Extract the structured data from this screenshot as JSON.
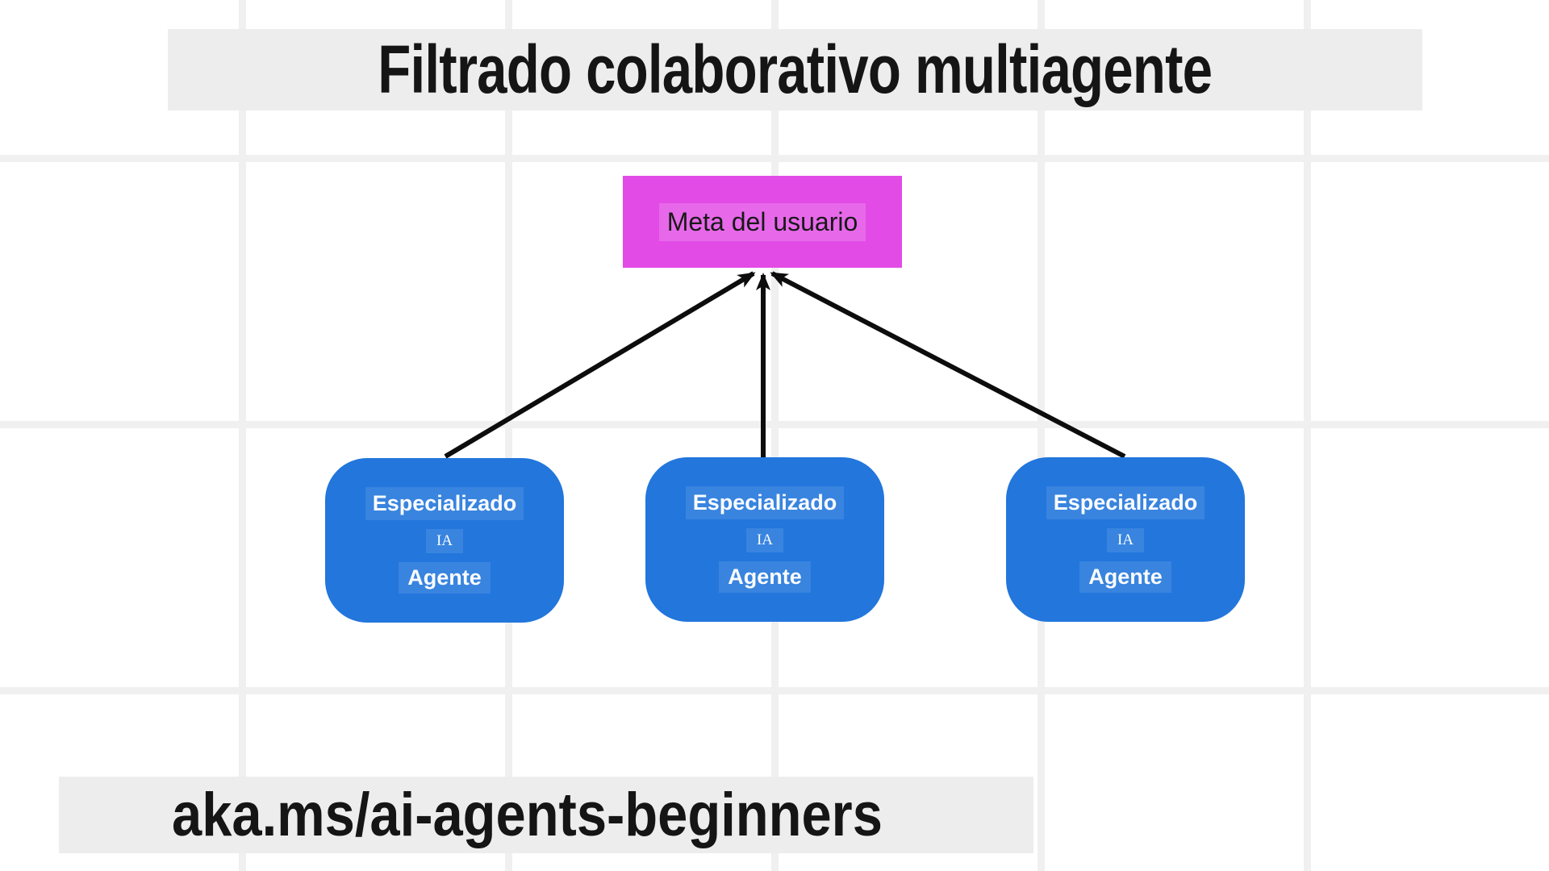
{
  "diagram": {
    "title": "Filtrado colaborativo multiagente",
    "footer_link": "aka.ms/ai-agents-beginners",
    "goal": {
      "label": "Meta del usuario"
    },
    "agents": [
      {
        "qualifier": "Especializado",
        "tech": "IA",
        "role": "Agente"
      },
      {
        "qualifier": "Especializado",
        "tech": "IA",
        "role": "Agente"
      },
      {
        "qualifier": "Especializado",
        "tech": "IA",
        "role": "Agente"
      }
    ],
    "arrows": [
      {
        "from": "agent-1",
        "to": "user-goal"
      },
      {
        "from": "agent-2",
        "to": "user-goal"
      },
      {
        "from": "agent-3",
        "to": "user-goal"
      }
    ],
    "colors": {
      "goal_fill": "#e24be6",
      "agent_fill": "#2276dc",
      "bar_fill": "#ededed",
      "grid_line": "#f0f0f1",
      "arrow": "#0d0d0d",
      "title_text": "#151515",
      "box_text": "#fbfcfe"
    }
  }
}
